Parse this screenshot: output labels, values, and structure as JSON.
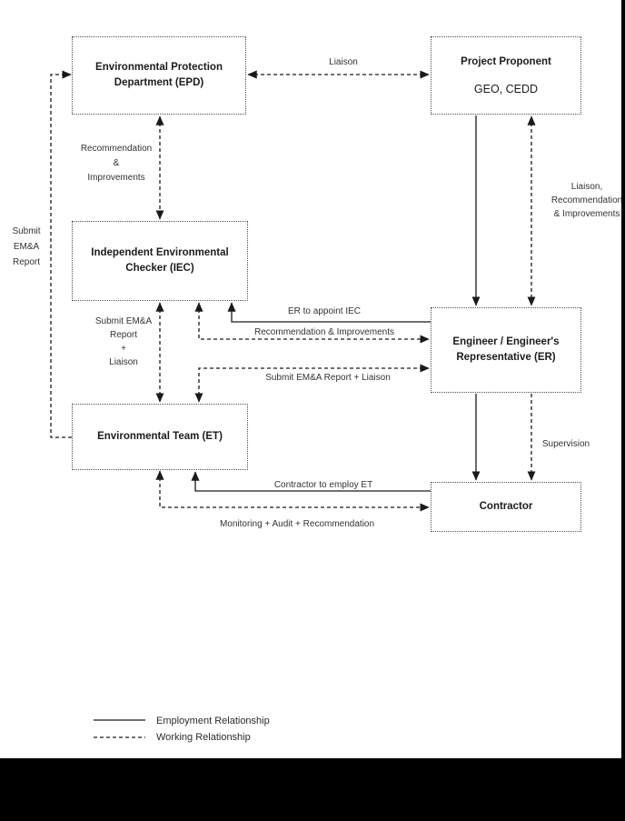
{
  "nodes": {
    "epd": "Environmental Protection\nDepartment (EPD)",
    "proponent_title": "Project Proponent",
    "proponent_subtitle": "GEO, CEDD",
    "iec": "Independent Environmental\nChecker (IEC)",
    "er": "Engineer / Engineer's\nRepresentative (ER)",
    "et": "Environmental Team (ET)",
    "contractor": "Contractor"
  },
  "edges": {
    "liaison": "Liaison",
    "rec_impr_epd_iec": "Recommendation\n&\nImprovements",
    "submit_emna_report": "Submit\nEM&A\nReport",
    "liaison_rec_impr": "Liaison,\nRecommendation\n& Improvements",
    "submit_report_liaison_vertical": "Submit EM&A\nReport\n+\nLiaison",
    "er_to_appoint_iec": "ER to appoint IEC",
    "rec_impr_iec_er": "Recommendation & Improvements",
    "submit_report_liaison": "Submit EM&A Report + Liaison",
    "supervision": "Supervision",
    "contractor_to_employ_et": "Contractor to employ ET",
    "monitoring_audit_rec": "Monitoring + Audit + Recommendation"
  },
  "legend": {
    "employment": "Employment Relationship",
    "working": "Working Relationship"
  },
  "colors": {
    "line": "#1a1a1a",
    "box_border": "#4f4f4f",
    "text": "#333333",
    "background": "#ffffff",
    "frame": "#000000"
  }
}
